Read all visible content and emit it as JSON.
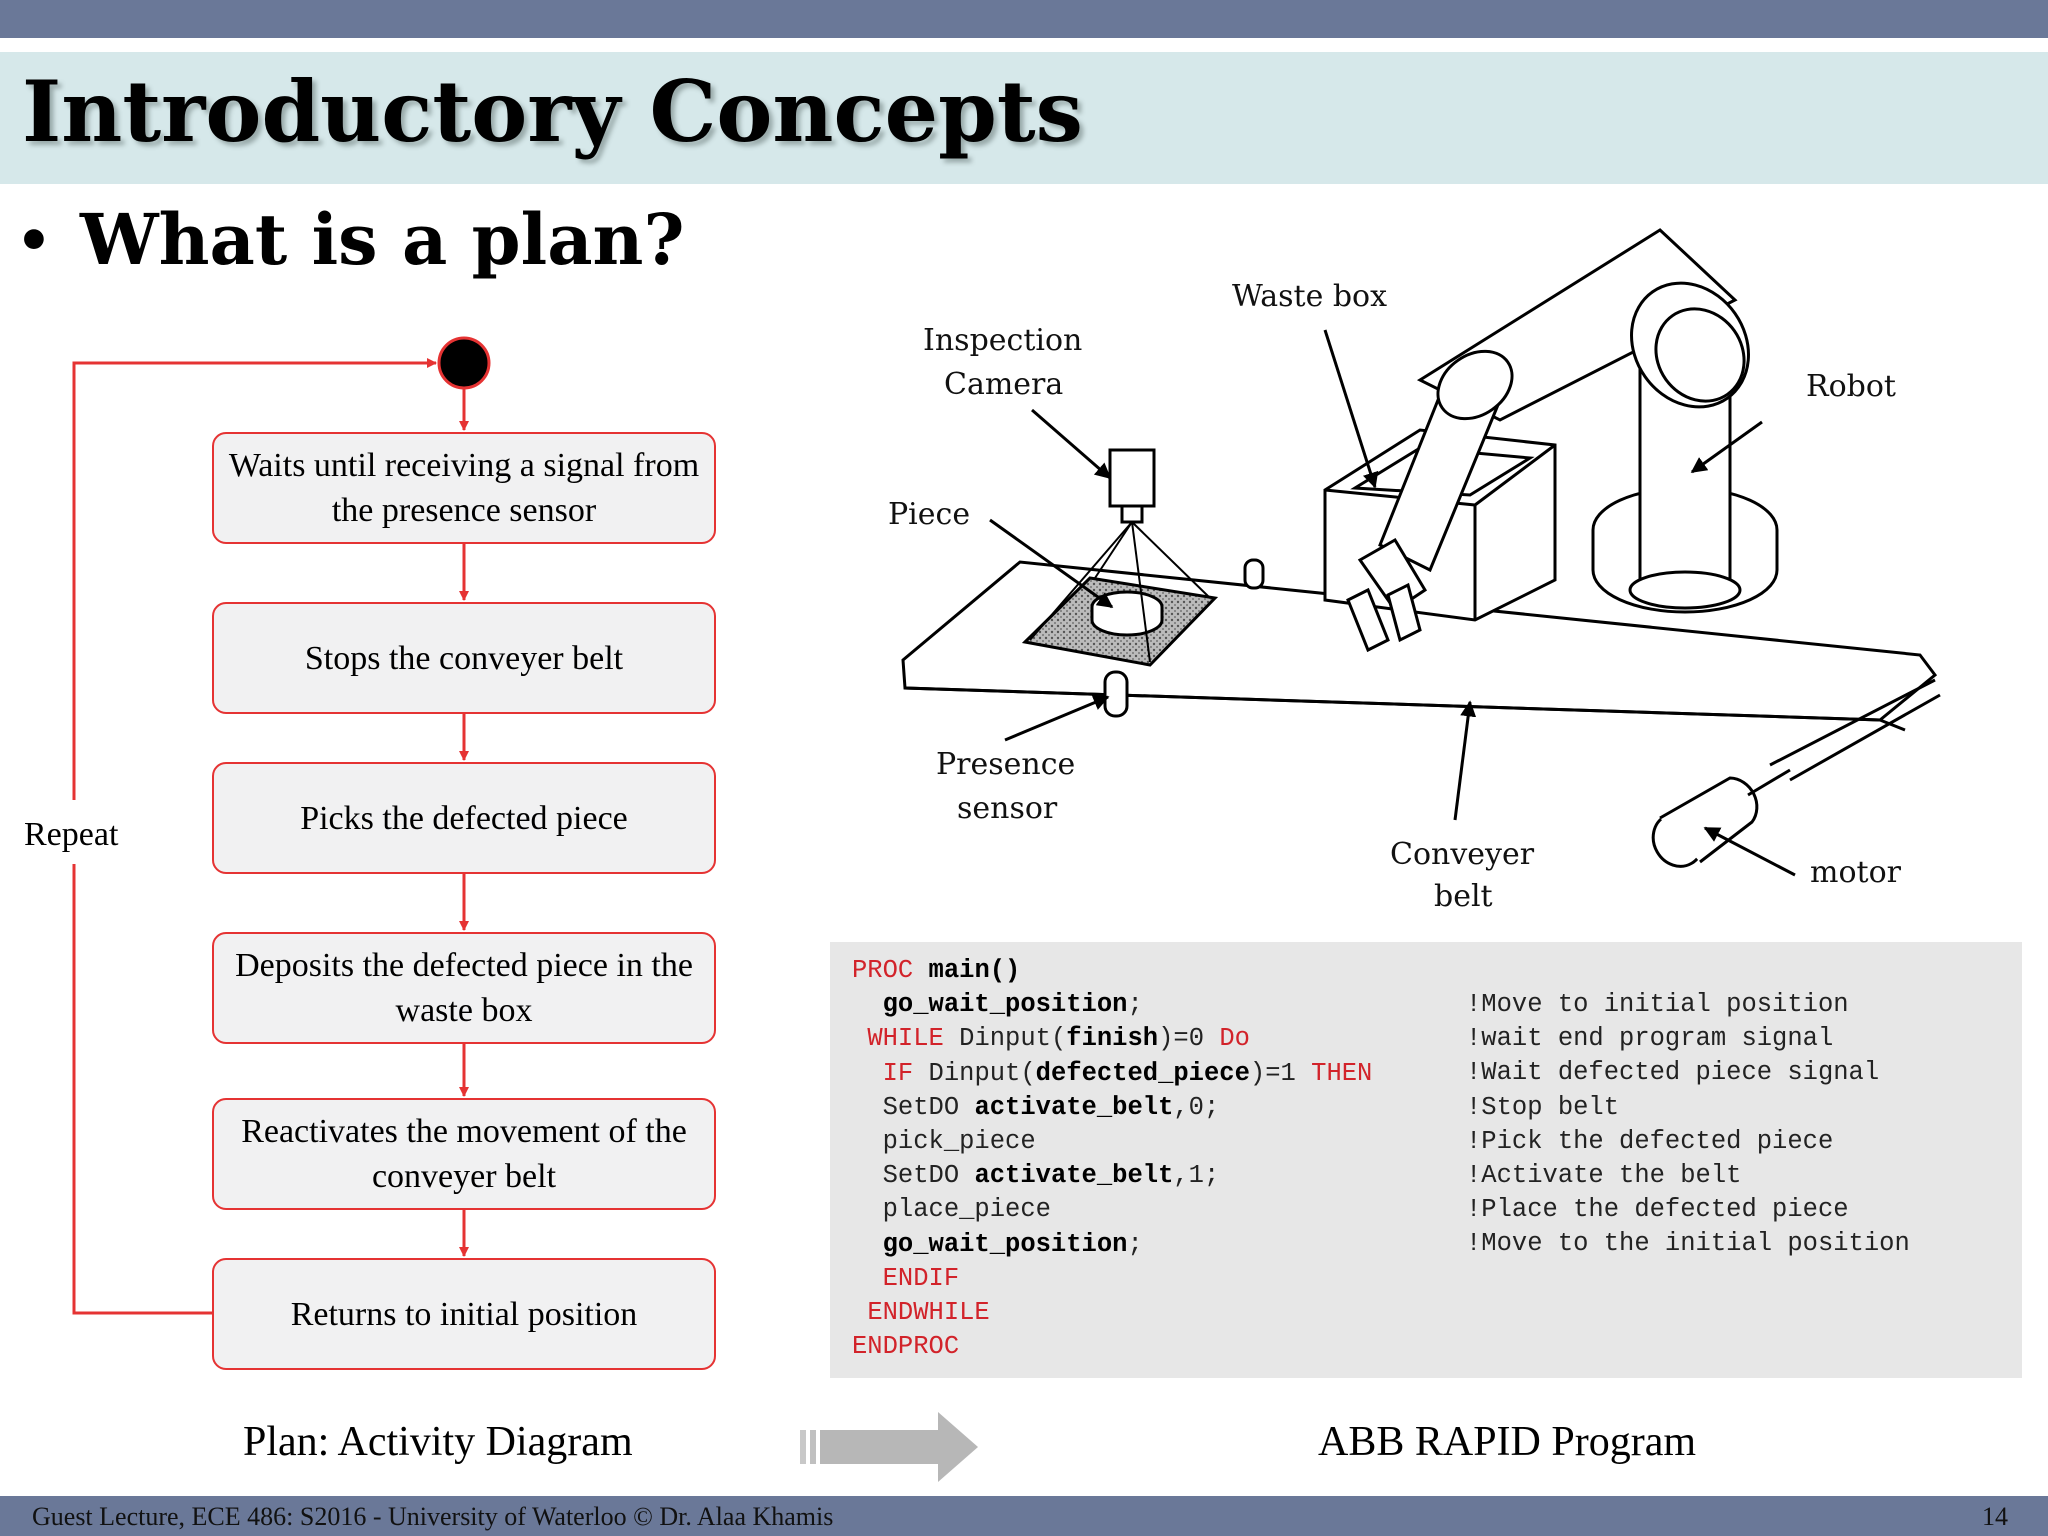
{
  "title": "Introductory Concepts",
  "bullet": {
    "symbol": "•",
    "text": "What is a plan?"
  },
  "activity": {
    "steps": [
      "Waits until receiving a signal from the presence sensor",
      "Stops the conveyer belt",
      "Picks the defected piece",
      "Deposits the defected piece in the waste box",
      "Reactivates the movement of the conveyer belt",
      "Returns to initial position"
    ],
    "repeat_label": "Repeat"
  },
  "illustration": {
    "labels": {
      "waste_box": "Waste box",
      "inspection_camera_1": "Inspection",
      "inspection_camera_2": "Camera",
      "robot": "Robot",
      "piece": "Piece",
      "presence_sensor_1": "Presence",
      "presence_sensor_2": "sensor",
      "conveyer_belt_1": "Conveyer",
      "conveyer_belt_2": "belt",
      "motor": "motor"
    }
  },
  "code": {
    "proc": "PROC",
    "main": "main()",
    "go_wait": "go_wait_position",
    "semicolon": ";",
    "while": "WHILE",
    "dinput": "Dinput(",
    "finish": "finish",
    "eq0": ")=0",
    "do": "Do",
    "if": "IF",
    "defected": "defected_piece",
    "eq1": ")=1",
    "then": "THEN",
    "setdo": "SetDO",
    "activate": "activate_belt",
    "c0": ",0;",
    "c1": ",1;",
    "pick": "pick_piece",
    "place": "place_piece",
    "endif": "ENDIF",
    "endwhile": "ENDWHILE",
    "endproc": "ENDPROC",
    "comments": [
      "!Move to initial position",
      "!wait end program signal",
      "!Wait defected piece signal",
      "!Stop belt",
      "!Pick the defected piece",
      "!Activate the belt",
      "!Place the defected piece",
      "!Move to the initial position"
    ]
  },
  "captions": {
    "left": "Plan: Activity Diagram",
    "right": "ABB RAPID Program"
  },
  "footer": {
    "text": "Guest Lecture, ECE 486: S2016  - University of Waterloo © Dr. Alaa Khamis",
    "page": "14"
  },
  "colors": {
    "header_bar": "#6a7898",
    "title_band": "#d6e8ea",
    "flow_red": "#e53333",
    "code_bg": "#e7e7e7",
    "keyword_red": "#d2232a"
  }
}
